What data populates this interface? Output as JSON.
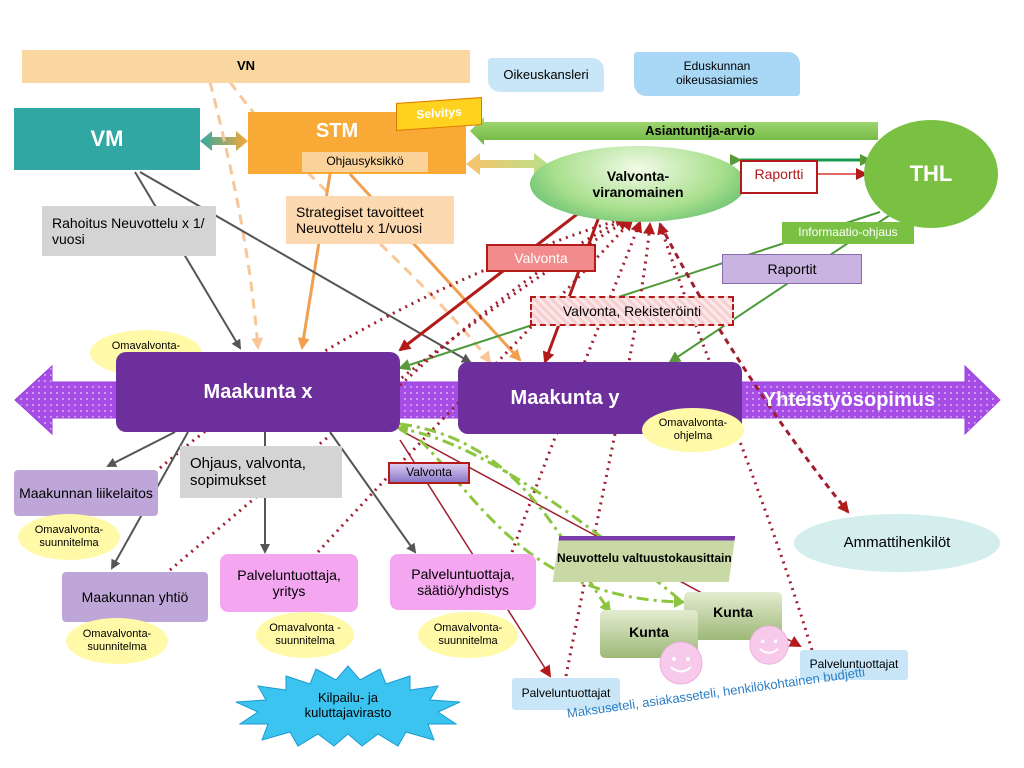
{
  "nodes": {
    "vn": "VN",
    "oikeuskansleri": "Oikeuskansleri",
    "eduskunnan_oikeusasiamies": "Eduskunnan oikeusasiamies",
    "vm": "VM",
    "stm": "STM",
    "selvitys": "Selvitys",
    "ohjausyksikko": "Ohjausyksikkö",
    "asiantuntija_arvio": "Asiantuntija-arvio",
    "valvontaviranomainen": "Valvonta- viranomainen",
    "raportti": "Raportti",
    "thl": "THL",
    "informaatio_ohjaus": "Informaatio-ohjaus",
    "raportit": "Raportit",
    "rahoitus": "Rahoitus Neuvottelu x 1/ vuosi",
    "strategiset": "Strategiset tavoitteet Neuvottelu x 1/vuosi",
    "valvonta_1": "Valvonta",
    "valvonta_rekisterointi": "Valvonta, Rekisteröinti",
    "omavalvontaohjelma_x": "Omavalvonta- ohjelma",
    "maakunta_x": "Maakunta x",
    "maakunta_y": "Maakunta y",
    "yhteistyosopimus": "Yhteistyösopimus",
    "omavalvontaohjelma_y": "Omavalvonta- ohjelma",
    "maakunnan_liikelaitos": "Maakunnan liikelaitos",
    "ohjaus_valvonta": "Ohjaus, valvonta, sopimukset",
    "valvonta_2": "Valvonta",
    "omavalvontasuunnitelma_1": "Omavalvonta- suunnitelma",
    "ammattihenkilot": "Ammattihenkilöt",
    "neuvottelu": "Neuvottelu valtuustokausittain",
    "maakunnan_yhtio": "Maakunnan yhtiö",
    "palveluntuottaja_yritys": "Palveluntuottaja, yritys",
    "palveluntuottaja_saatio": "Palveluntuottaja, säätiö/yhdistys",
    "kunta_1": "Kunta",
    "kunta_2": "Kunta",
    "omavalvontasuunnitelma_2": "Omavalvonta- suunnitelma",
    "omavalvontasuunnitelma_3": "Omavalvonta -suunnitelma",
    "omavalvontasuunnitelma_4": "Omavalvonta- suunnitelma",
    "palveluntuottajat_1": "Palveluntuottajat",
    "palveluntuottajat_2": "Palveluntuottajat",
    "kilpailu": "Kilpailu- ja kuluttajavirasto",
    "maksuseteli": "Maksuseteli, asiakasseteli, henkilökohtainen budjetti"
  },
  "colors": {
    "vn": "#fad7a0",
    "vm": "#31a7a3",
    "stm": "#f9a936",
    "selvitys": "#ffd21f",
    "green_arrow": "#7ac143",
    "thl": "#7ac143",
    "maakunta": "#6d2f9c",
    "band": "#a64de6",
    "dark_red": "#b31b1b",
    "orange_arrow": "#f0a050",
    "gray_arrow": "#555555",
    "lilac_box": "#bfa6d9",
    "pink_box": "#f4a6f0",
    "yellow_ellipse": "#fff9a8",
    "cyan_star": "#3cc4f0",
    "light_blue": "#c8e6f7",
    "teal_ellipse": "#d3eeed",
    "kunta": "#c8d9a5"
  },
  "icons": {
    "face_1": "smiley-face-icon",
    "face_2": "smiley-face-icon"
  }
}
